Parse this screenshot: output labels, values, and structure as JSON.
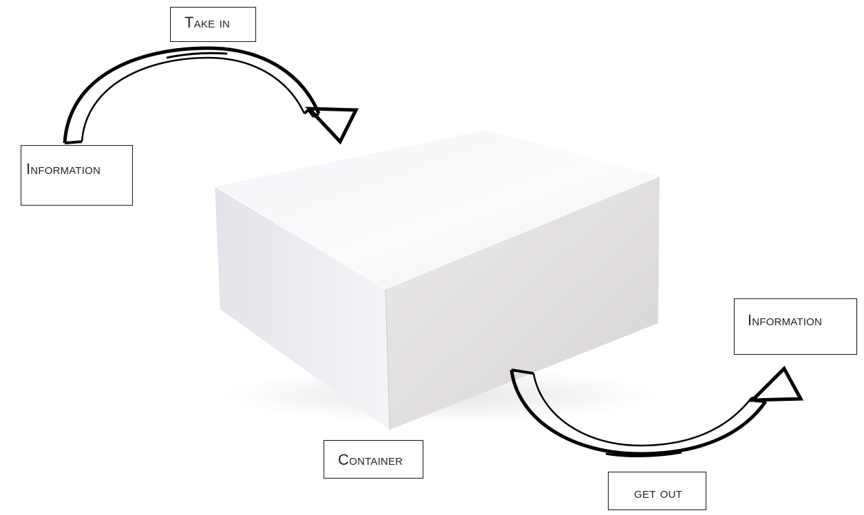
{
  "labels": {
    "take_in": "Take in",
    "information_left": "Information",
    "information_right": "Information",
    "container": "Container",
    "get_out": "get out"
  },
  "icons": {
    "arrow_in": "curved-arrow-icon",
    "arrow_out": "curved-arrow-icon",
    "container": "white-box-icon"
  },
  "colors": {
    "background": "#ffffff",
    "outline": "#111111",
    "box_light": "#f4f4f6",
    "box_shade": "#d8d6d8"
  }
}
